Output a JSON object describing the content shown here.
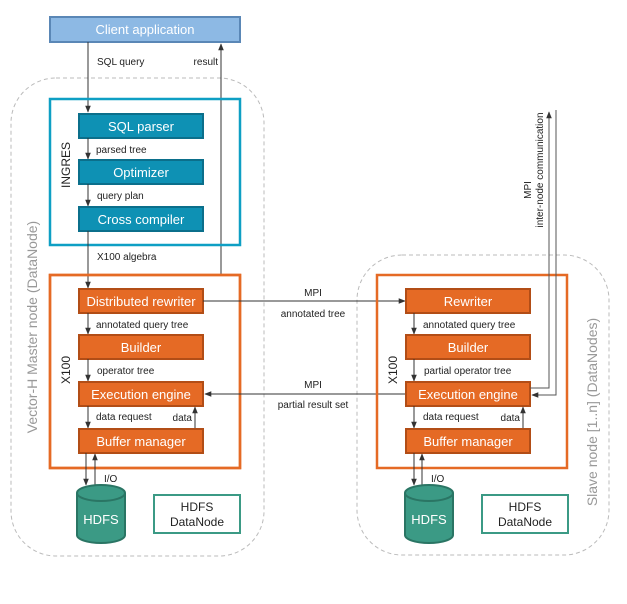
{
  "client": {
    "label": "Client application"
  },
  "edges": {
    "sql_query": "SQL query",
    "result": "result",
    "parsed_tree": "parsed tree",
    "query_plan": "query plan",
    "x100_algebra": "X100 algebra",
    "master_annotated_query_tree": "annotated query tree",
    "operator_tree": "operator tree",
    "master_data_request": "data request",
    "master_data": "data",
    "master_io": "I/O",
    "mpi_top": "MPI",
    "annotated_tree": "annotated tree",
    "mpi_bottom": "MPI",
    "partial_result_set": "partial result set",
    "slave_annotated_query_tree": "annotated query tree",
    "partial_operator_tree": "partial operator tree",
    "slave_data_request": "data request",
    "slave_data": "data",
    "slave_io": "I/O",
    "inter_mpi": "MPI",
    "inter_node": "inter-node communication"
  },
  "master": {
    "side_label": "Vector-H Master node (DataNode)",
    "ingres": {
      "label": "INGRES",
      "boxes": [
        "SQL parser",
        "Optimizer",
        "Cross compiler"
      ]
    },
    "x100": {
      "label": "X100",
      "boxes": [
        "Distributed rewriter",
        "Builder",
        "Execution engine",
        "Buffer manager"
      ]
    },
    "hdfs": "HDFS",
    "datanode": [
      "HDFS",
      "DataNode"
    ]
  },
  "slave": {
    "side_label": "Slave node [1..n] (DataNodes)",
    "x100": {
      "label": "X100",
      "boxes": [
        "Rewriter",
        "Builder",
        "Execution engine",
        "Buffer manager"
      ]
    },
    "hdfs": "HDFS",
    "datanode": [
      "HDFS",
      "DataNode"
    ]
  },
  "colors": {
    "client": "#8db9e4",
    "ingres": "#0e91b4",
    "x100": "#e56a25",
    "hdfs": "#3b9a85"
  }
}
